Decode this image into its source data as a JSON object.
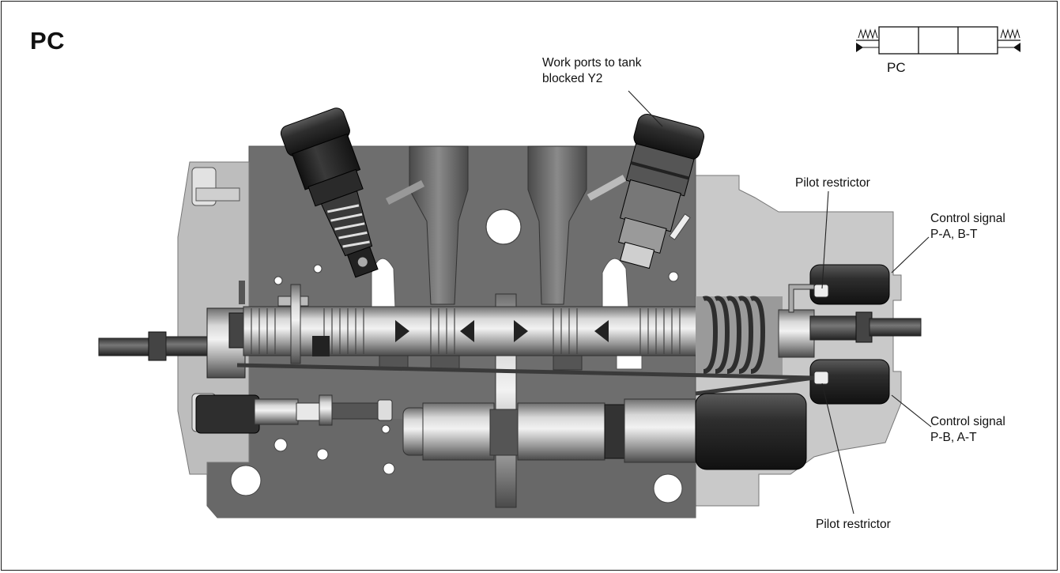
{
  "diagram": {
    "title": "PC",
    "symbol_label": "PC",
    "labels": {
      "work_ports_line1": "Work ports to tank",
      "work_ports_line2": "blocked Y2",
      "pilot_restrictor_top": "Pilot restrictor",
      "control_ab_line1": "Control signal",
      "control_ab_line2": "P-A, B-T",
      "control_ba_line1": "Control signal",
      "control_ba_line2": "P-B, A-T",
      "pilot_restrictor_bottom": "Pilot restrictor"
    }
  }
}
